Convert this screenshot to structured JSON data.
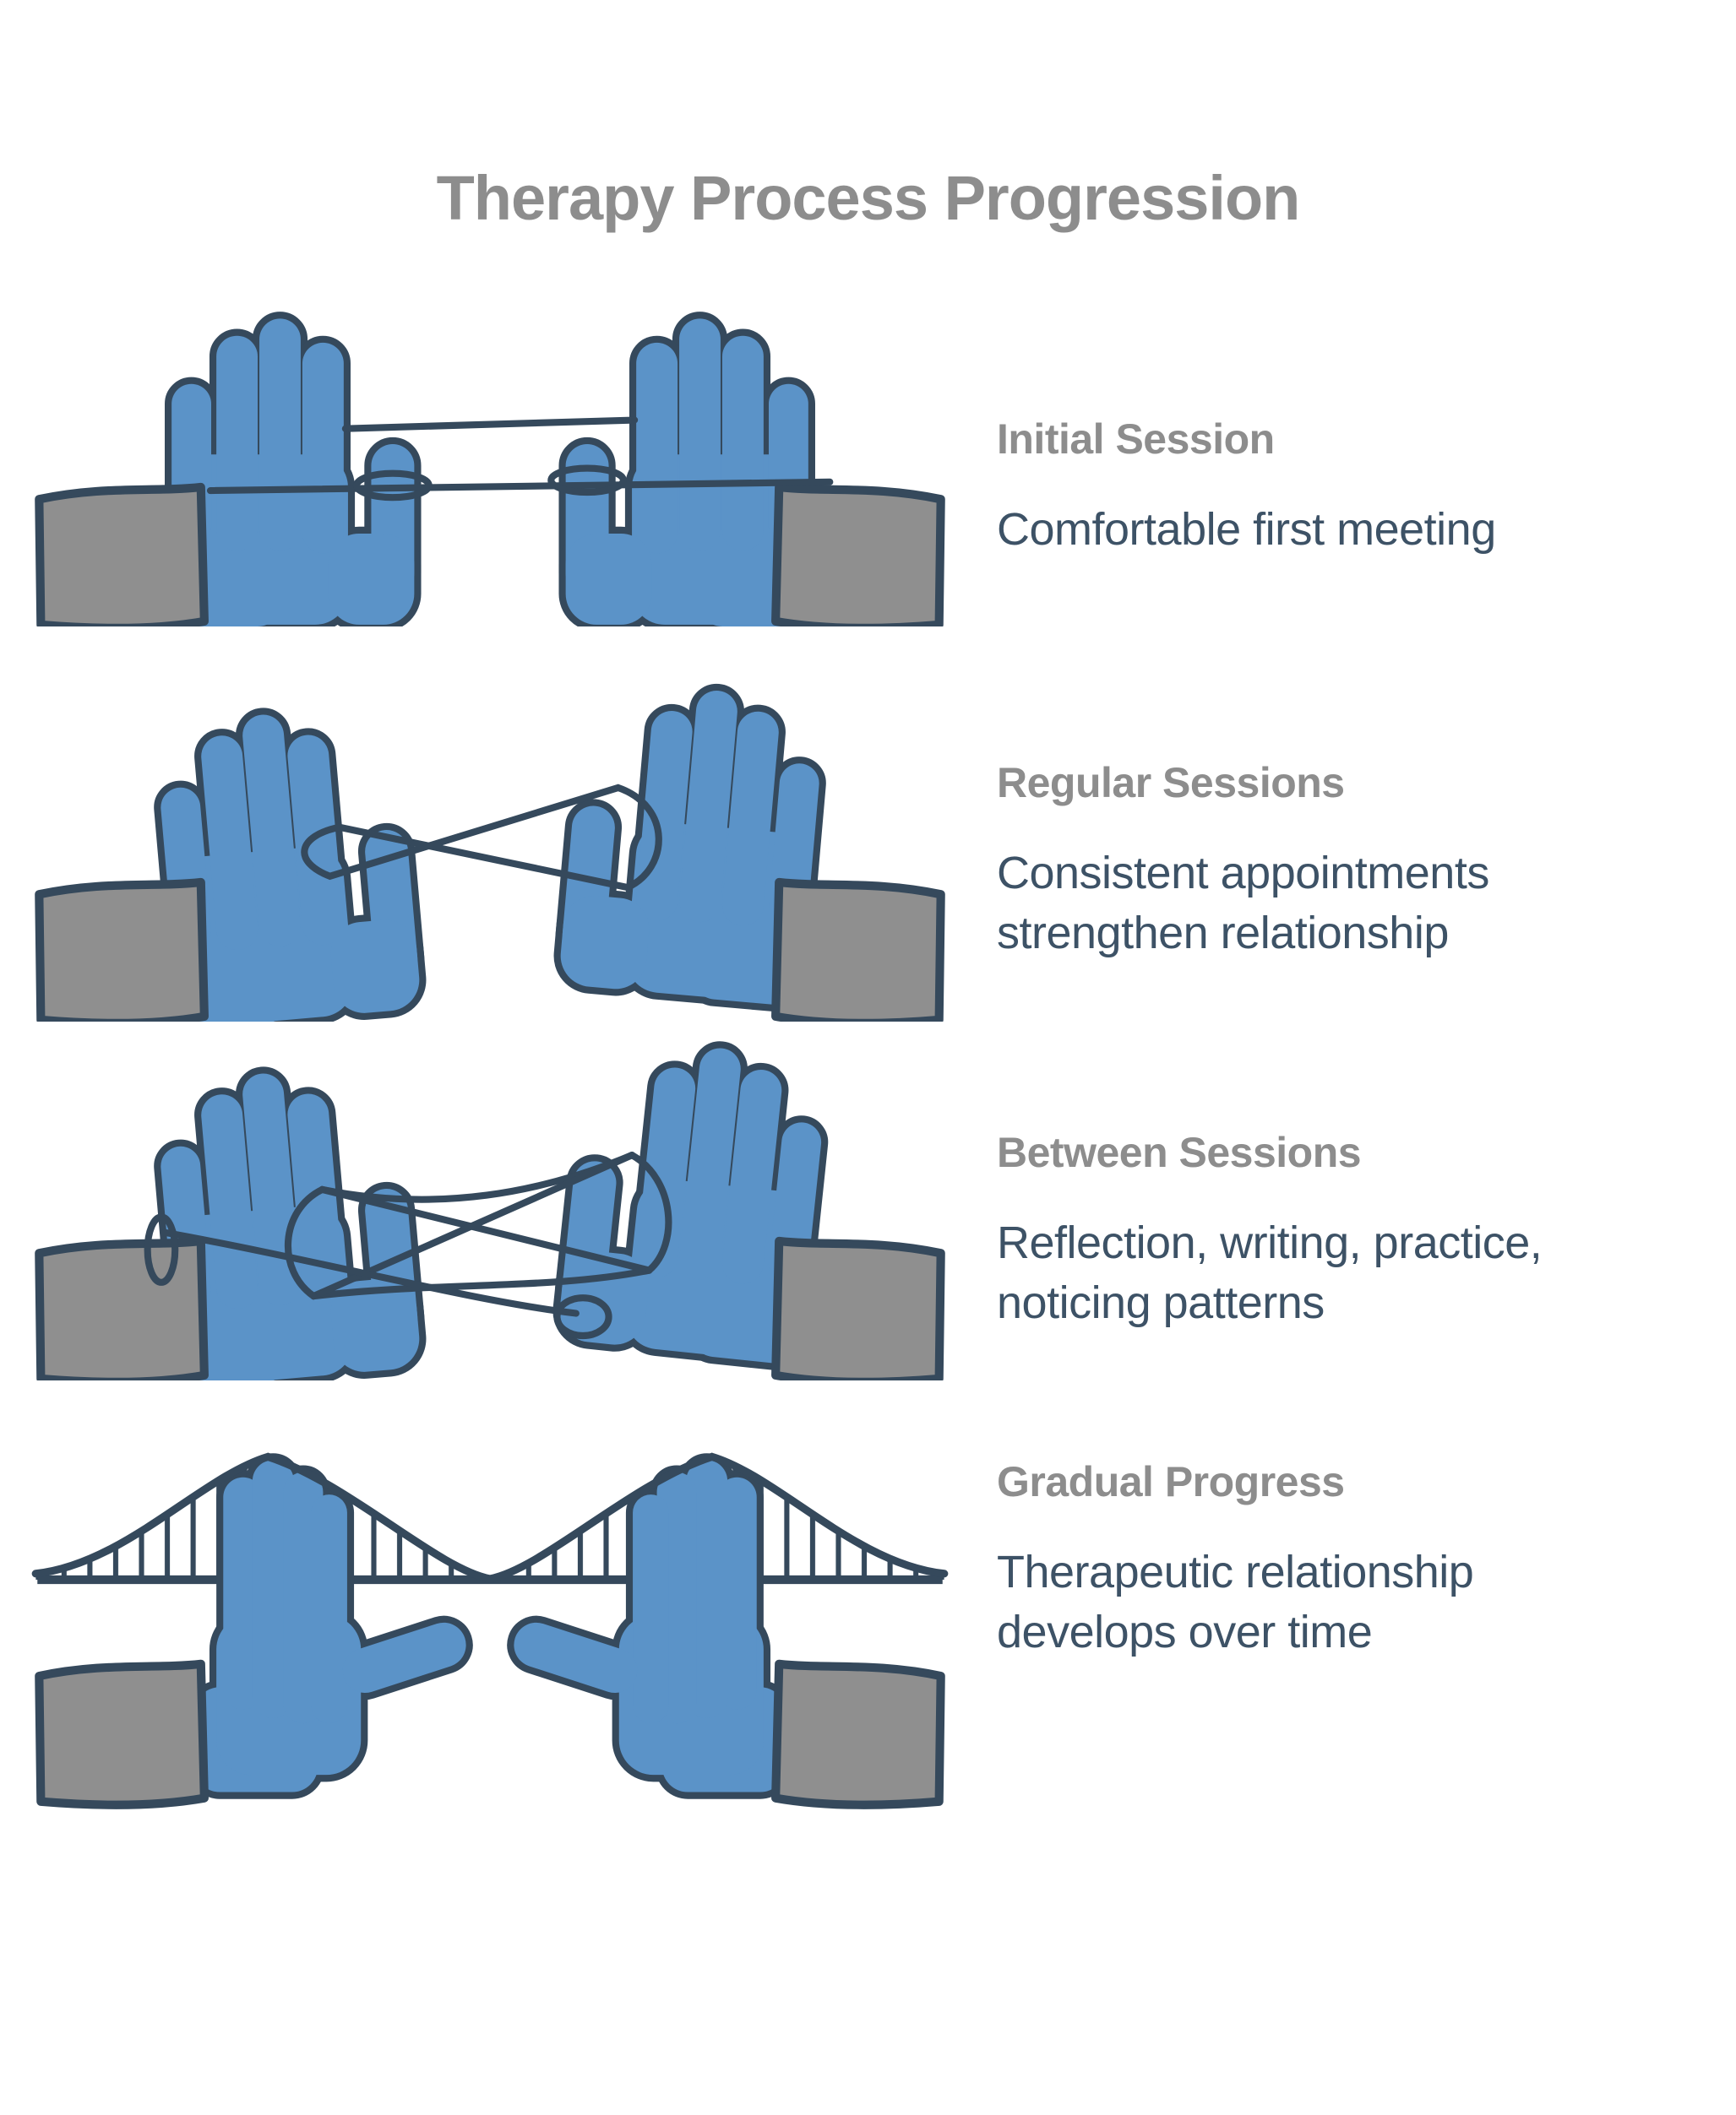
{
  "title": "Therapy Process Progression",
  "stages": [
    {
      "heading": "Initial Session",
      "lines": [
        "Comfortable first meeting"
      ],
      "icon": "string-figure-simple"
    },
    {
      "heading": "Regular Sessions",
      "lines": [
        "Consistent appointments",
        "strengthen relationship"
      ],
      "icon": "string-figure-crossed"
    },
    {
      "heading": "Between Sessions",
      "lines": [
        "Reflection, writing, practice,",
        "noticing patterns"
      ],
      "icon": "string-figure-complex"
    },
    {
      "heading": "Gradual Progress",
      "lines": [
        "Therapeutic relationship",
        "develops over time"
      ],
      "icon": "bridge-string-figure"
    }
  ],
  "colors": {
    "hand": "#5b93c8",
    "outline": "#35495c",
    "sleeve": "#8f8f8f",
    "heading": "#8d8d8d",
    "body_text": "#3d5266",
    "background": "#ffffff"
  }
}
